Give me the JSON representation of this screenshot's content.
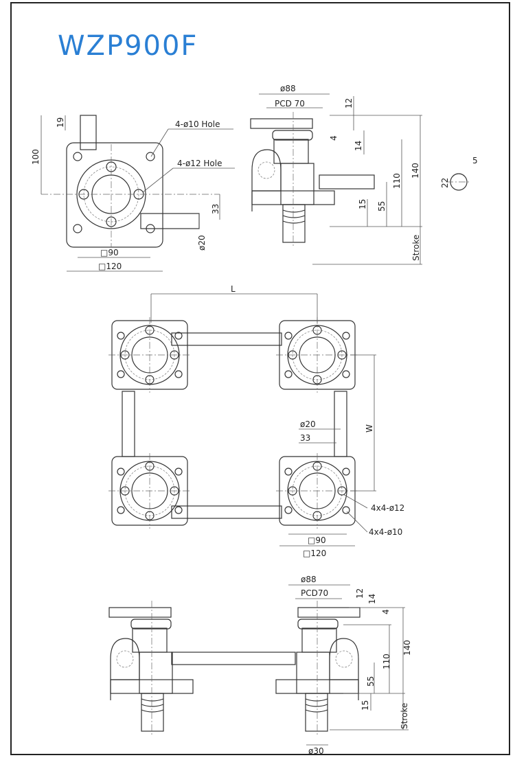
{
  "title": "WZP900F",
  "colors": {
    "title": "#2a7fd4",
    "line": "#333333"
  },
  "top_view": {
    "hole_10": "4-ø10 Hole",
    "hole_12": "4-ø12 Hole",
    "dim_100": "100",
    "dim_19": "19",
    "dim_33": "33",
    "dim_20": "ø20",
    "dim_90": "□90",
    "dim_120": "□120"
  },
  "side_view": {
    "dim_88": "ø88",
    "pcd": "PCD 70",
    "dim_12": "12",
    "dim_4": "4",
    "dim_14": "14",
    "dim_140": "140",
    "dim_110": "110",
    "dim_55": "55",
    "dim_15": "15",
    "stroke": "Stroke",
    "key_22": "22",
    "key_5": "5"
  },
  "layout_view": {
    "L": "L",
    "W": "W",
    "dim_20": "ø20",
    "dim_33": "33",
    "holes_12": "4x4-ø12",
    "holes_10": "4x4-ø10",
    "dim_90": "□90",
    "dim_120": "□120"
  },
  "front_view": {
    "dim_88": "ø88",
    "pcd": "PCD70",
    "dim_12": "12",
    "dim_14": "14",
    "dim_4": "4",
    "dim_140": "140",
    "dim_110": "110",
    "dim_55": "55",
    "dim_15": "15",
    "stroke": "Stroke",
    "dim_30": "ø30"
  }
}
